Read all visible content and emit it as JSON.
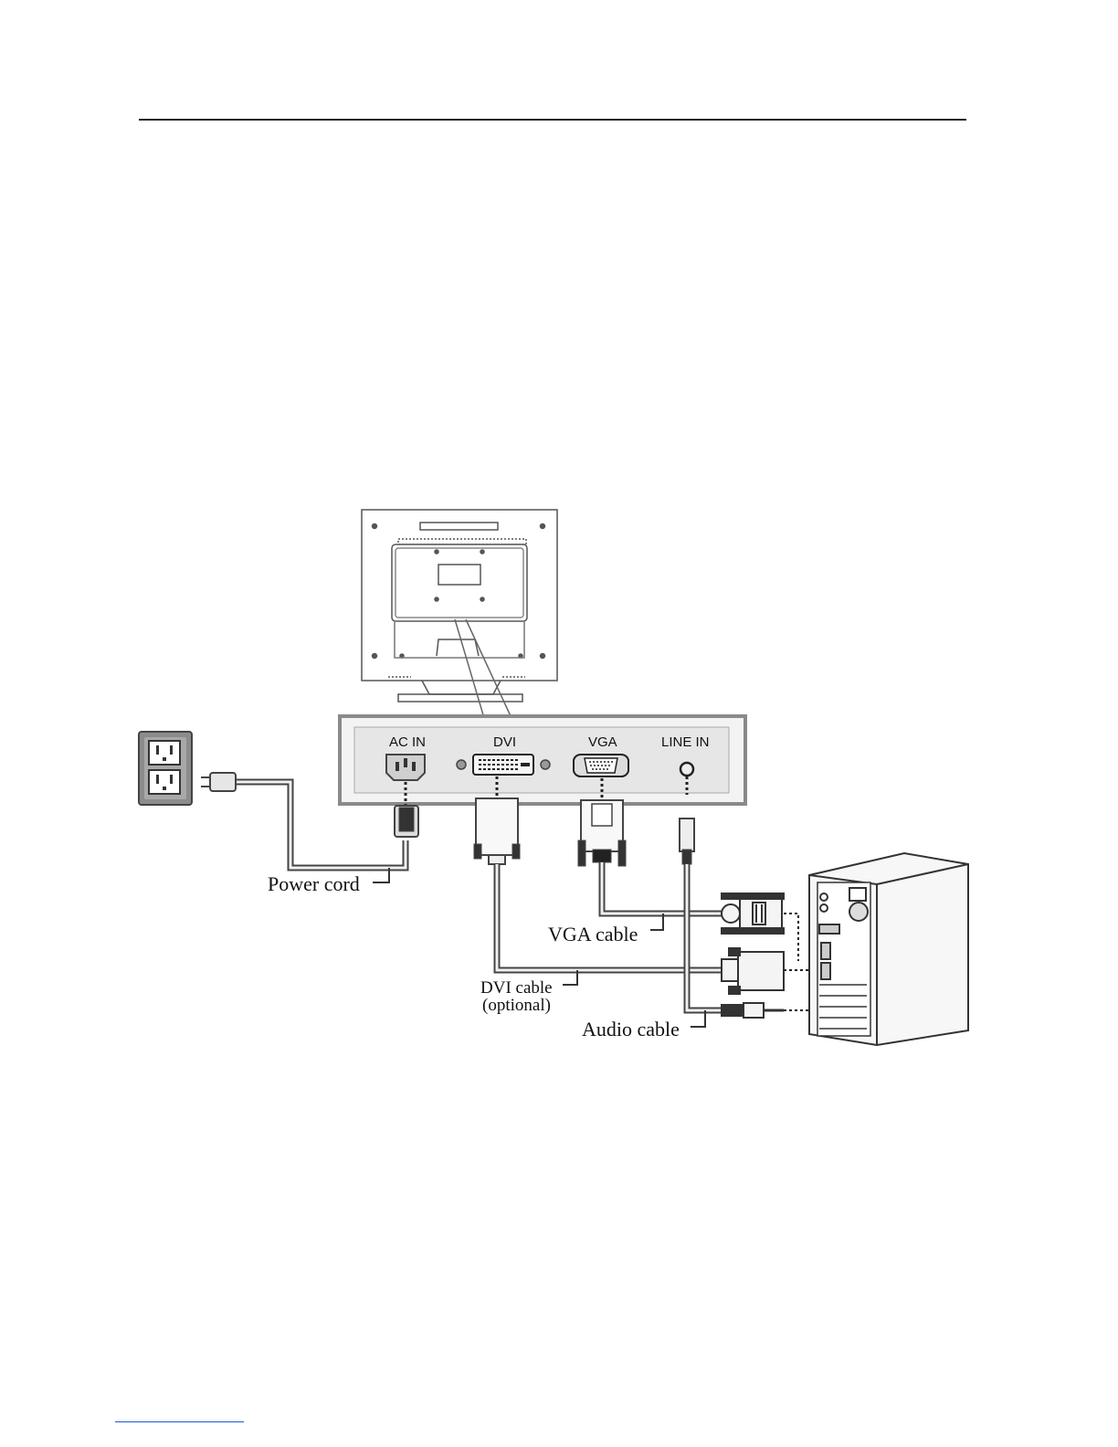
{
  "diagram": {
    "port_labels": {
      "ac_in": "AC IN",
      "dvi": "DVI",
      "vga": "VGA",
      "line_in": "LINE IN"
    },
    "callouts": {
      "power_cord": "Power cord",
      "vga_cable": "VGA cable",
      "dvi_cable": "DVI cable",
      "dvi_optional": "(optional)",
      "audio_cable": "Audio cable"
    }
  }
}
